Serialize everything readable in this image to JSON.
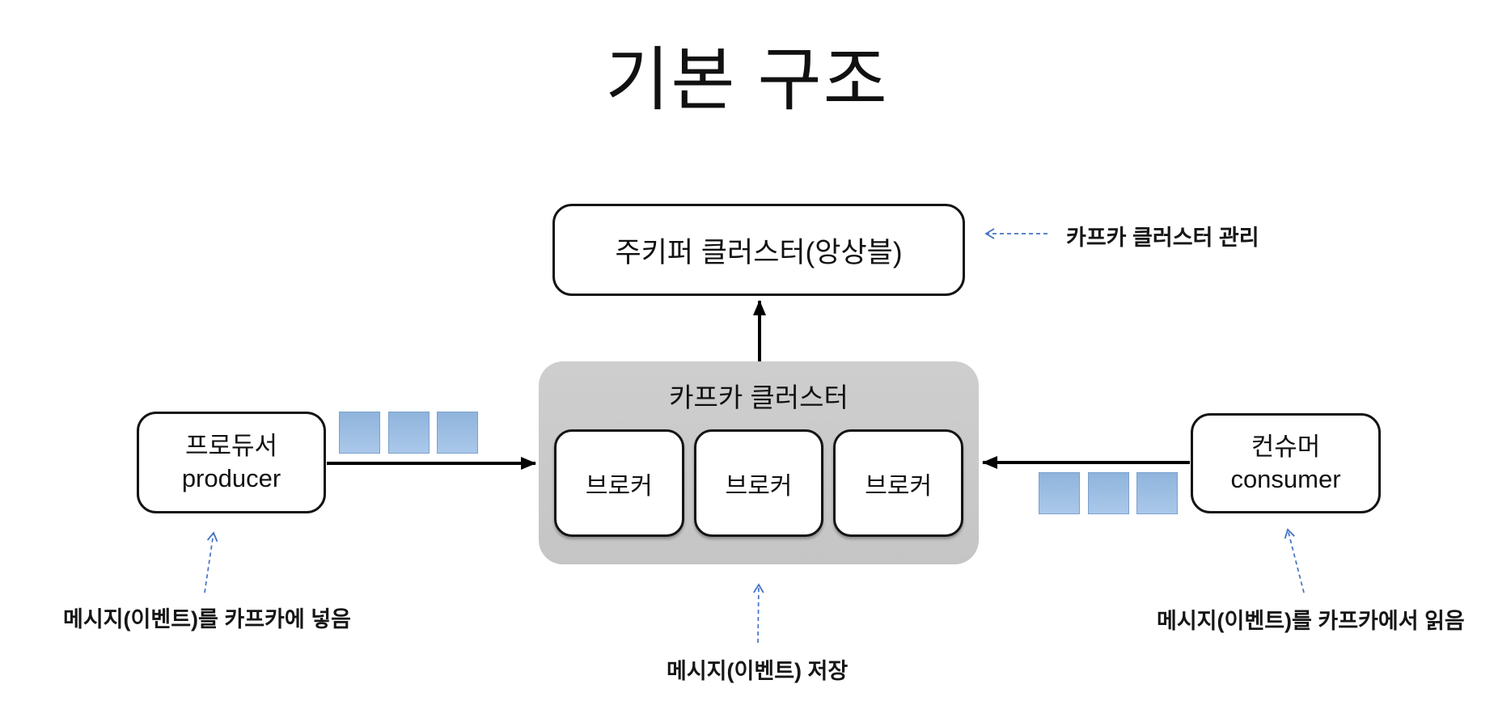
{
  "title": "기본 구조",
  "nodes": {
    "zookeeper": {
      "label": "주키퍼 클러스터(앙상블)"
    },
    "kafka_cluster": {
      "label": "카프카 클러스터"
    },
    "brokers": [
      "브로커",
      "브로커",
      "브로커"
    ],
    "producer": {
      "label_ko": "프로듀서",
      "label_en": "producer"
    },
    "consumer": {
      "label_ko": "컨슈머",
      "label_en": "consumer"
    }
  },
  "annotations": {
    "zookeeper_note": "카프카 클러스터 관리",
    "producer_note": "메시지(이벤트)를 카프카에 넣음",
    "cluster_note": "메시지(이벤트) 저장",
    "consumer_note": "메시지(이벤트)를 카프카에서 읽음"
  },
  "colors": {
    "box_border": "#141414",
    "cluster_background": "#c9c9c9",
    "message_square_fill": "#9dc3e6",
    "message_square_border": "#7ba1cc",
    "dashed_annotation_arrow": "#4472c4",
    "solid_arrow": "#000000"
  }
}
